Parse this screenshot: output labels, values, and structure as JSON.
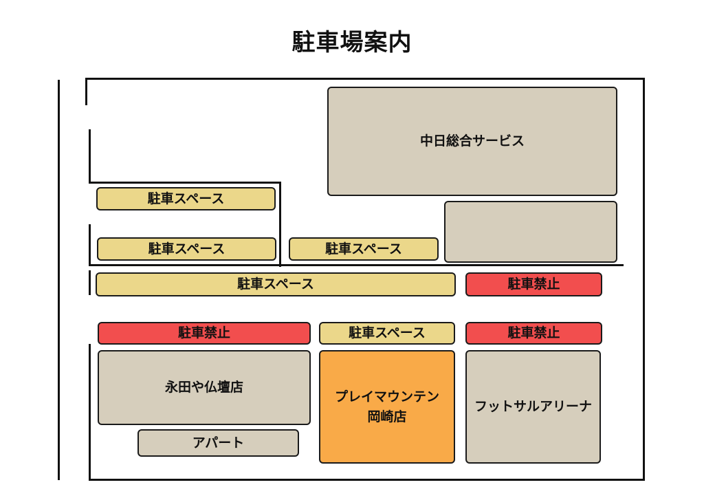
{
  "title": "駐車場案内",
  "labels": {
    "chunichi": "中日総合サービス",
    "parking": "駐車スペース",
    "noparking": "駐車禁止",
    "nagata": "永田や仏壇店",
    "store_line1": "プレイマウンテン",
    "store_line2": "岡崎店",
    "futsal": "フットサルアリーナ",
    "apart": "アパート"
  },
  "colors": {
    "parking": "#ebd78a",
    "no_parking": "#f24e4e",
    "building": "#d6cebc",
    "store": "#f9aa48"
  }
}
